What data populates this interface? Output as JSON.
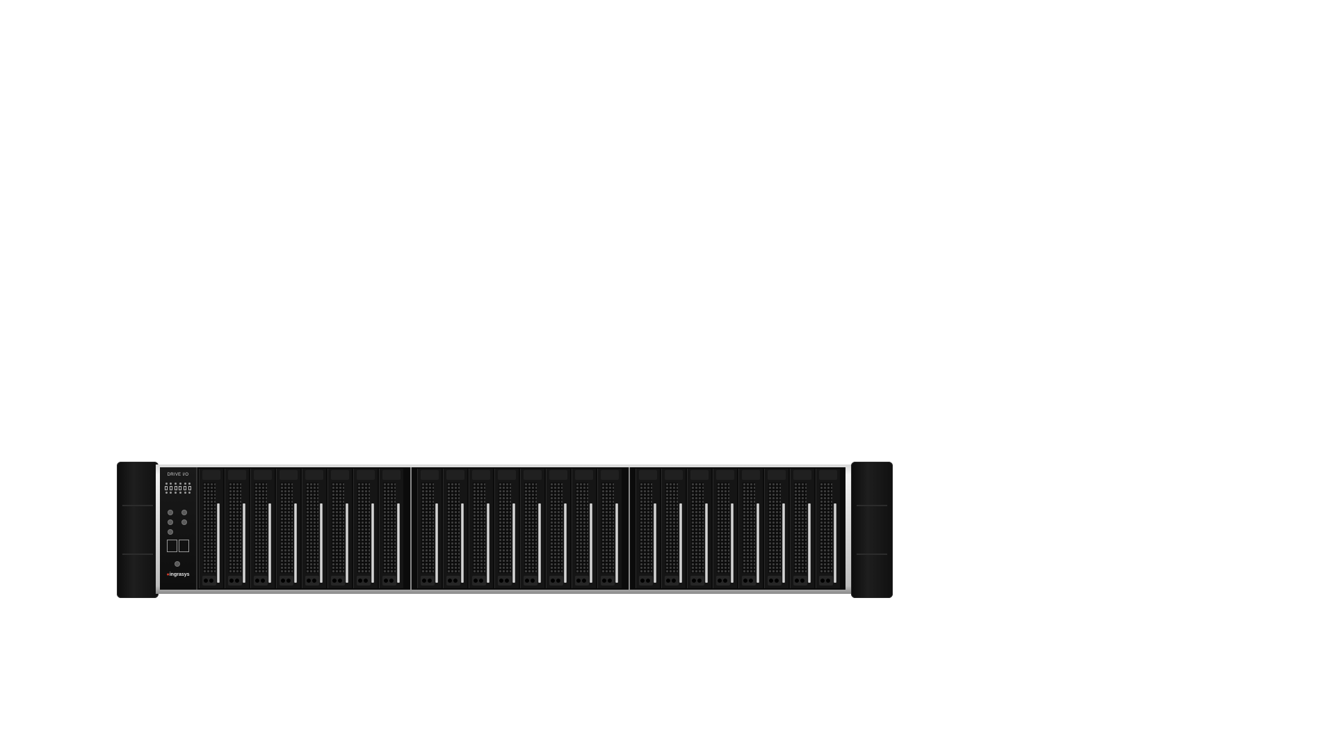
{
  "server": {
    "control_panel": {
      "label": "DRIVE I/O",
      "brand": "ingrasys"
    },
    "drive_bay_count": 24,
    "bays_per_group": 8,
    "colors": {
      "chassis": "#0b0b0b",
      "frame": "#d8d8d8",
      "latch": "#ececec",
      "brand_mark": "#d83a2a"
    }
  }
}
